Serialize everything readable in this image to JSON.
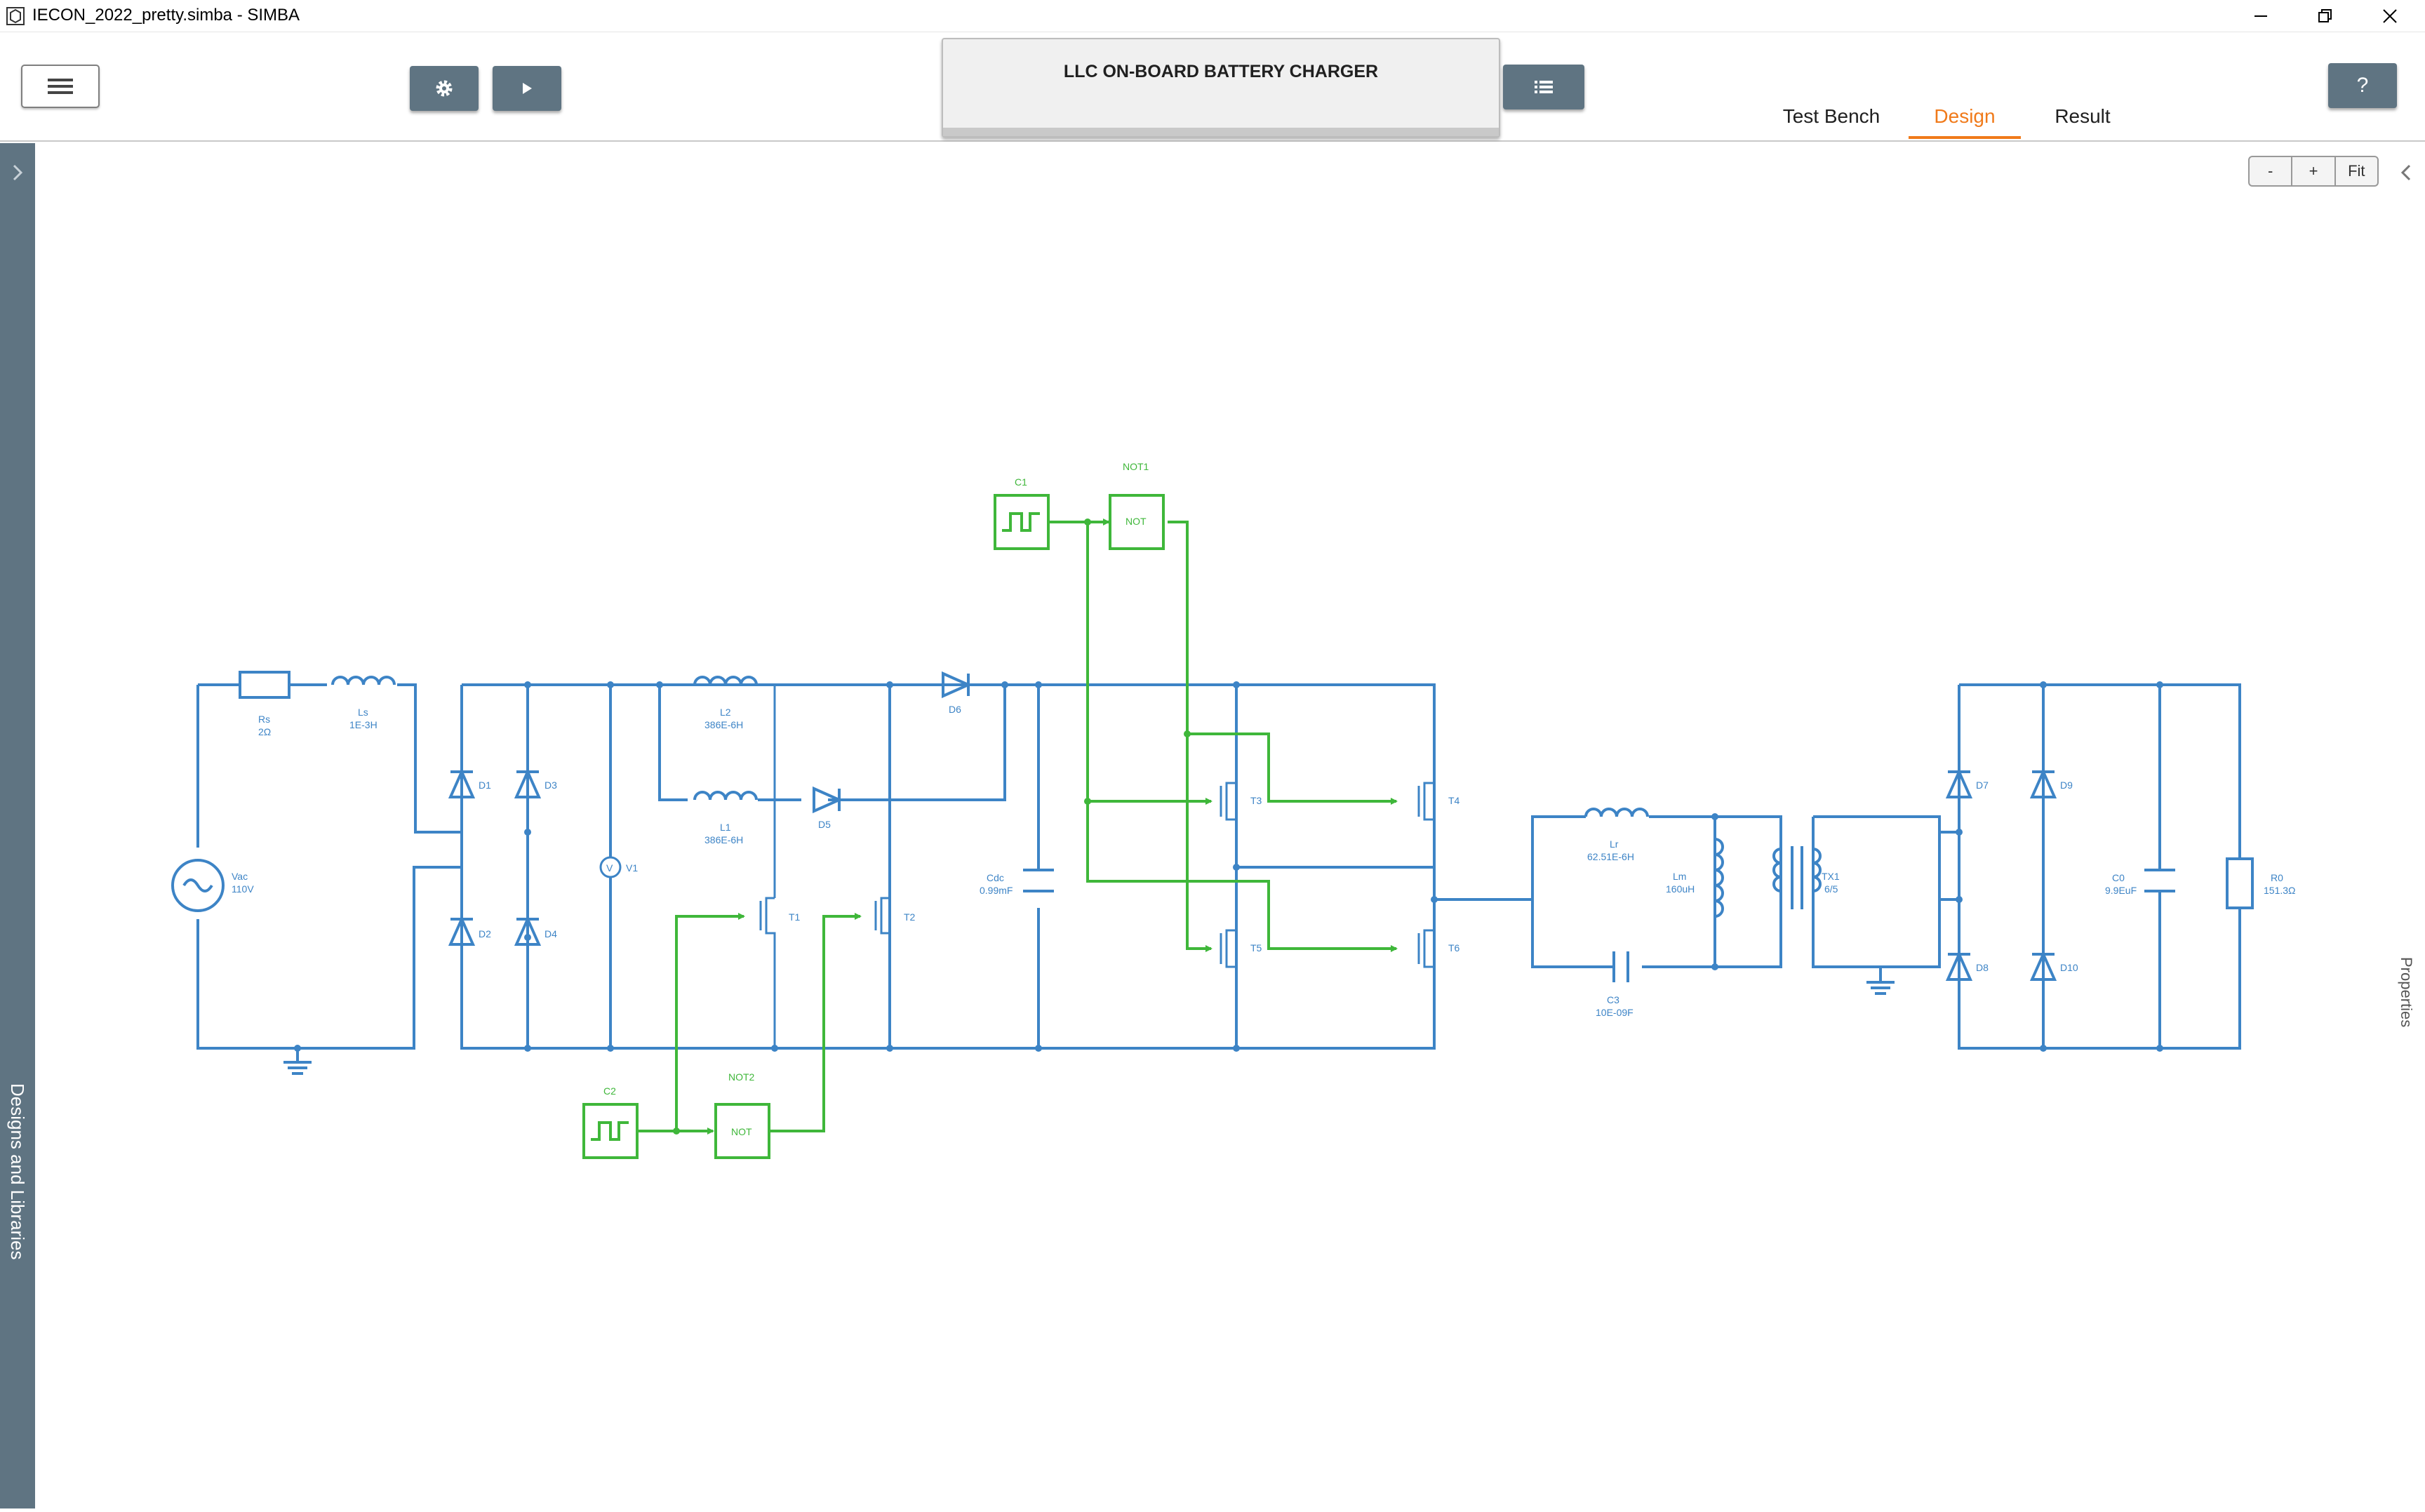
{
  "window": {
    "title": "IECON_2022_pretty.simba - SIMBA"
  },
  "toolbar": {
    "design_title": "LLC ON-BOARD BATTERY CHARGER",
    "tabs": [
      {
        "label": "Test Bench",
        "active": false
      },
      {
        "label": "Design",
        "active": true
      },
      {
        "label": "Result",
        "active": false
      }
    ],
    "help_label": "?"
  },
  "zoom": {
    "minus": "-",
    "plus": "+",
    "fit": "Fit"
  },
  "panels": {
    "left": "Designs and Libraries",
    "right": "Properties"
  },
  "colors": {
    "wire": "#3d84c6",
    "control": "#3fb73a",
    "accent": "#f07a1a",
    "rail": "#5f7482"
  },
  "icons": [
    "menu-icon",
    "gear-icon",
    "play-icon",
    "list-icon",
    "help-icon",
    "minimize-icon",
    "restore-icon",
    "close-icon",
    "app-icon"
  ],
  "components": {
    "rs": {
      "name": "Rs",
      "value": "2Ω"
    },
    "ls": {
      "name": "Ls",
      "value": "1E-3H"
    },
    "vac": {
      "name": "Vac",
      "value": "110V"
    },
    "d1": "D1",
    "d2": "D2",
    "d3": "D3",
    "d4": "D4",
    "v1": "V1",
    "l2": {
      "name": "L2",
      "value": "386E-6H"
    },
    "l1": {
      "name": "L1",
      "value": "386E-6H"
    },
    "d5": "D5",
    "d6": "D6",
    "t1": "T1",
    "t2": "T2",
    "cdc": {
      "name": "Cdc",
      "value": "0.99mF"
    },
    "c1": "C1",
    "not1": "NOT1",
    "not_box": "NOT",
    "c2": "C2",
    "not2": "NOT2",
    "t3": "T3",
    "t4": "T4",
    "t5": "T5",
    "t6": "T6",
    "lr": {
      "name": "Lr",
      "value": "62.51E-6H"
    },
    "lm": {
      "name": "Lm",
      "value": "160uH"
    },
    "c3": {
      "name": "C3",
      "value": "10E-09F"
    },
    "tx1": {
      "name": "TX1",
      "value": "6/5"
    },
    "d7": "D7",
    "d8": "D8",
    "d9": "D9",
    "d10": "D10",
    "c0": {
      "name": "C0",
      "value": "9.9EuF"
    },
    "r0": {
      "name": "R0",
      "value": "151.3Ω"
    }
  }
}
